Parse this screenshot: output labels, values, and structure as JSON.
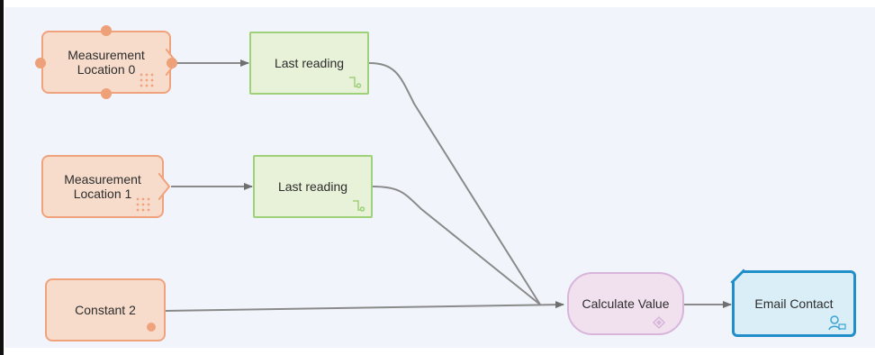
{
  "nodes": {
    "measurement_location_0": {
      "label_line1": "Measurement",
      "label_line2": "Location 0",
      "icon": "grid-dots-icon"
    },
    "measurement_location_1": {
      "label_line1": "Measurement",
      "label_line2": "Location 1",
      "icon": "grid-dots-icon"
    },
    "last_reading_0": {
      "label": "Last reading",
      "icon": "step-line-icon"
    },
    "last_reading_1": {
      "label": "Last reading",
      "icon": "step-line-icon"
    },
    "constant_2": {
      "label": "Constant 2",
      "icon": "dot-icon"
    },
    "calculate_value": {
      "label": "Calculate Value",
      "icon": "diamond-icon"
    },
    "email_contact": {
      "label": "Email Contact",
      "icon": "person-mail-icon"
    }
  },
  "colors": {
    "measurement_fill": "#f7dccb",
    "measurement_border": "#f0a27d",
    "reading_fill": "#e8f2d8",
    "reading_border": "#9fd07a",
    "calc_fill": "#f1e1ef",
    "calc_border": "#d8b5db",
    "email_fill": "#d9eef6",
    "email_border": "#1f8ec9",
    "wire": "#8a8a8a"
  }
}
